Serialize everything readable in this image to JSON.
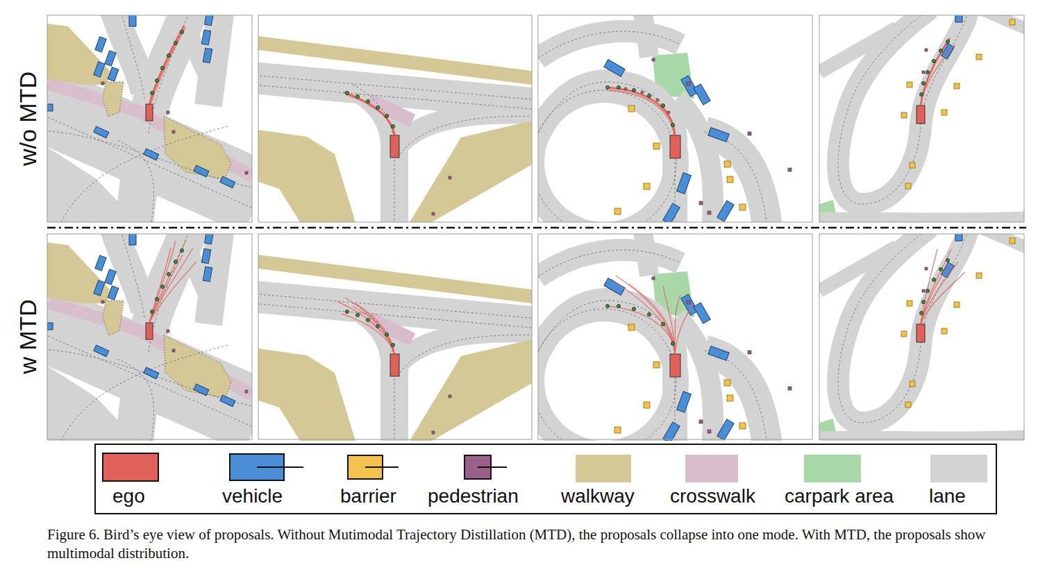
{
  "diagram": {
    "caption": "Figure 6. Bird’s eye view of proposals. Without Mutimodal Trajectory Distillation (MTD), the proposals collapse into one mode. With MTD, the proposals show multimodal distribution.",
    "labels": [
      "w/o MTD",
      "w MTD"
    ],
    "legend": [
      {
        "text": "ego",
        "color": "#e0605a"
      },
      {
        "text": "vehicle"
      },
      {
        "text": "barrier"
      },
      {
        "text": "pedestrian"
      },
      {
        "text": "walkway",
        "color": "#d4c996"
      },
      {
        "text": "crosswalk",
        "color": "#d9bccb"
      },
      {
        "text": "carpark area",
        "color": "#a8d8a8"
      },
      {
        "text": "lane",
        "color": "#d3d3d3"
      }
    ]
  }
}
